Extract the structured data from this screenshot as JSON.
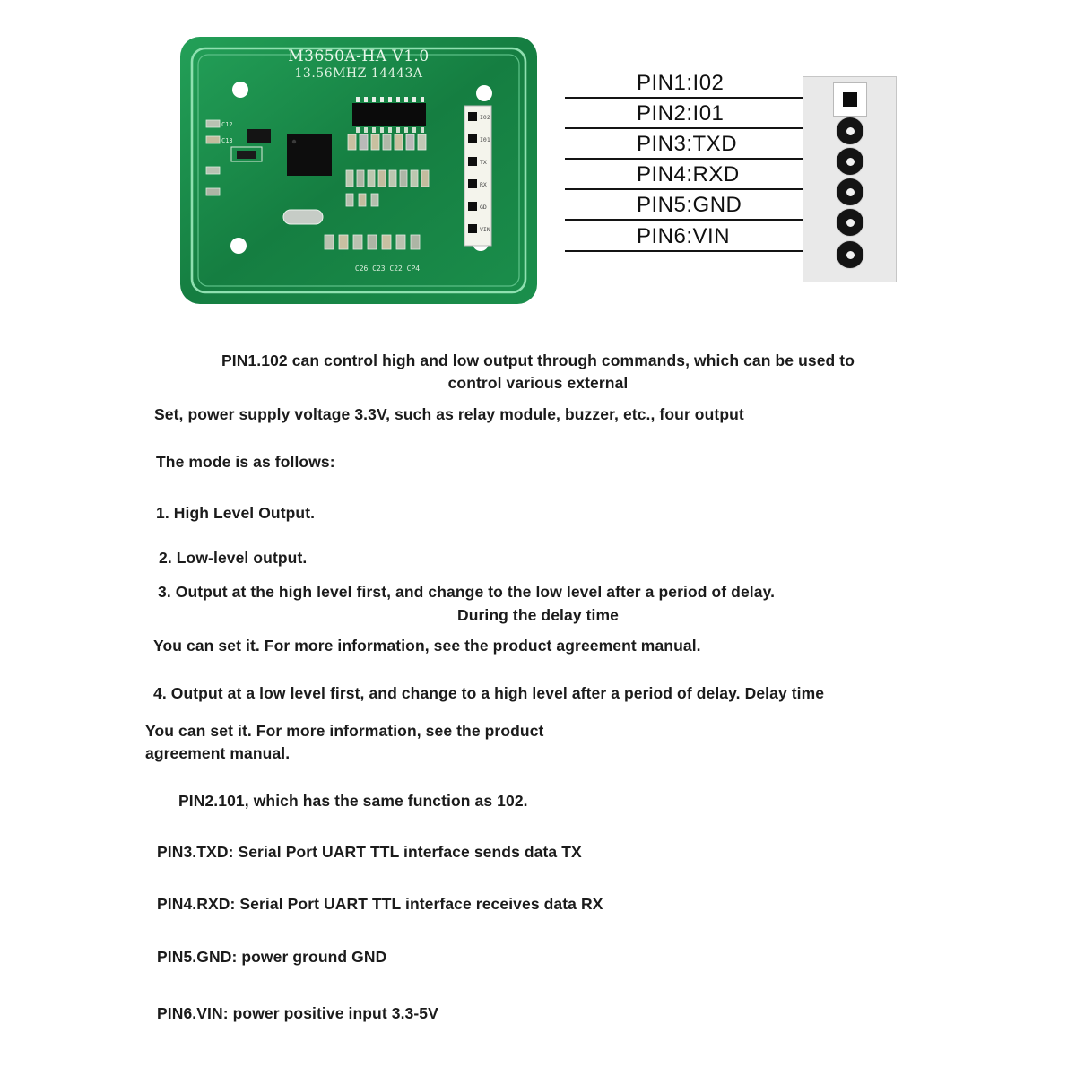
{
  "board": {
    "title": "M3650A-HA V1.0",
    "subtitle": "13.56MHZ 14443A",
    "header_labels": [
      "I02",
      "I01",
      "TX",
      "RX",
      "GD",
      "VIN"
    ],
    "silkscreen_left": [
      "C12",
      "C13"
    ],
    "silkscreen_bottom": "C26 C23 C22 CP4"
  },
  "pinout": {
    "labels": [
      "PIN1:I02",
      "PIN2:I01",
      "PIN3:TXD",
      "PIN4:RXD",
      "PIN5:GND",
      "PIN6:VIN"
    ]
  },
  "description": {
    "lines": [
      "PIN1.102 can control high and low output through commands, which can be used to",
      "control various external",
      "Set, power supply voltage 3.3V, such as relay module, buzzer, etc., four output",
      "The mode is as follows:",
      "1. High Level Output.",
      "2. Low-level output.",
      "3. Output at the high level first, and change to the low level after a period of delay.",
      "During the delay time",
      "You can set it. For more information, see the product agreement manual.",
      "4. Output at a low level first, and change to a high level after a period of delay. Delay time",
      "You can set it. For more information, see the product",
      "agreement manual.",
      "PIN2.101, which has the same function as 102.",
      "PIN3.TXD: Serial Port UART TTL interface sends data TX",
      "PIN4.RXD: Serial Port UART TTL interface receives data RX",
      "PIN5.GND: power ground GND",
      "PIN6.VIN: power positive input 3.3-5V"
    ]
  },
  "colors": {
    "pcb_green": "#1d8f4a",
    "antenna_trace": "#8fe0b0",
    "text": "#1a1a1a",
    "connector_gray": "#e9e9e9"
  }
}
